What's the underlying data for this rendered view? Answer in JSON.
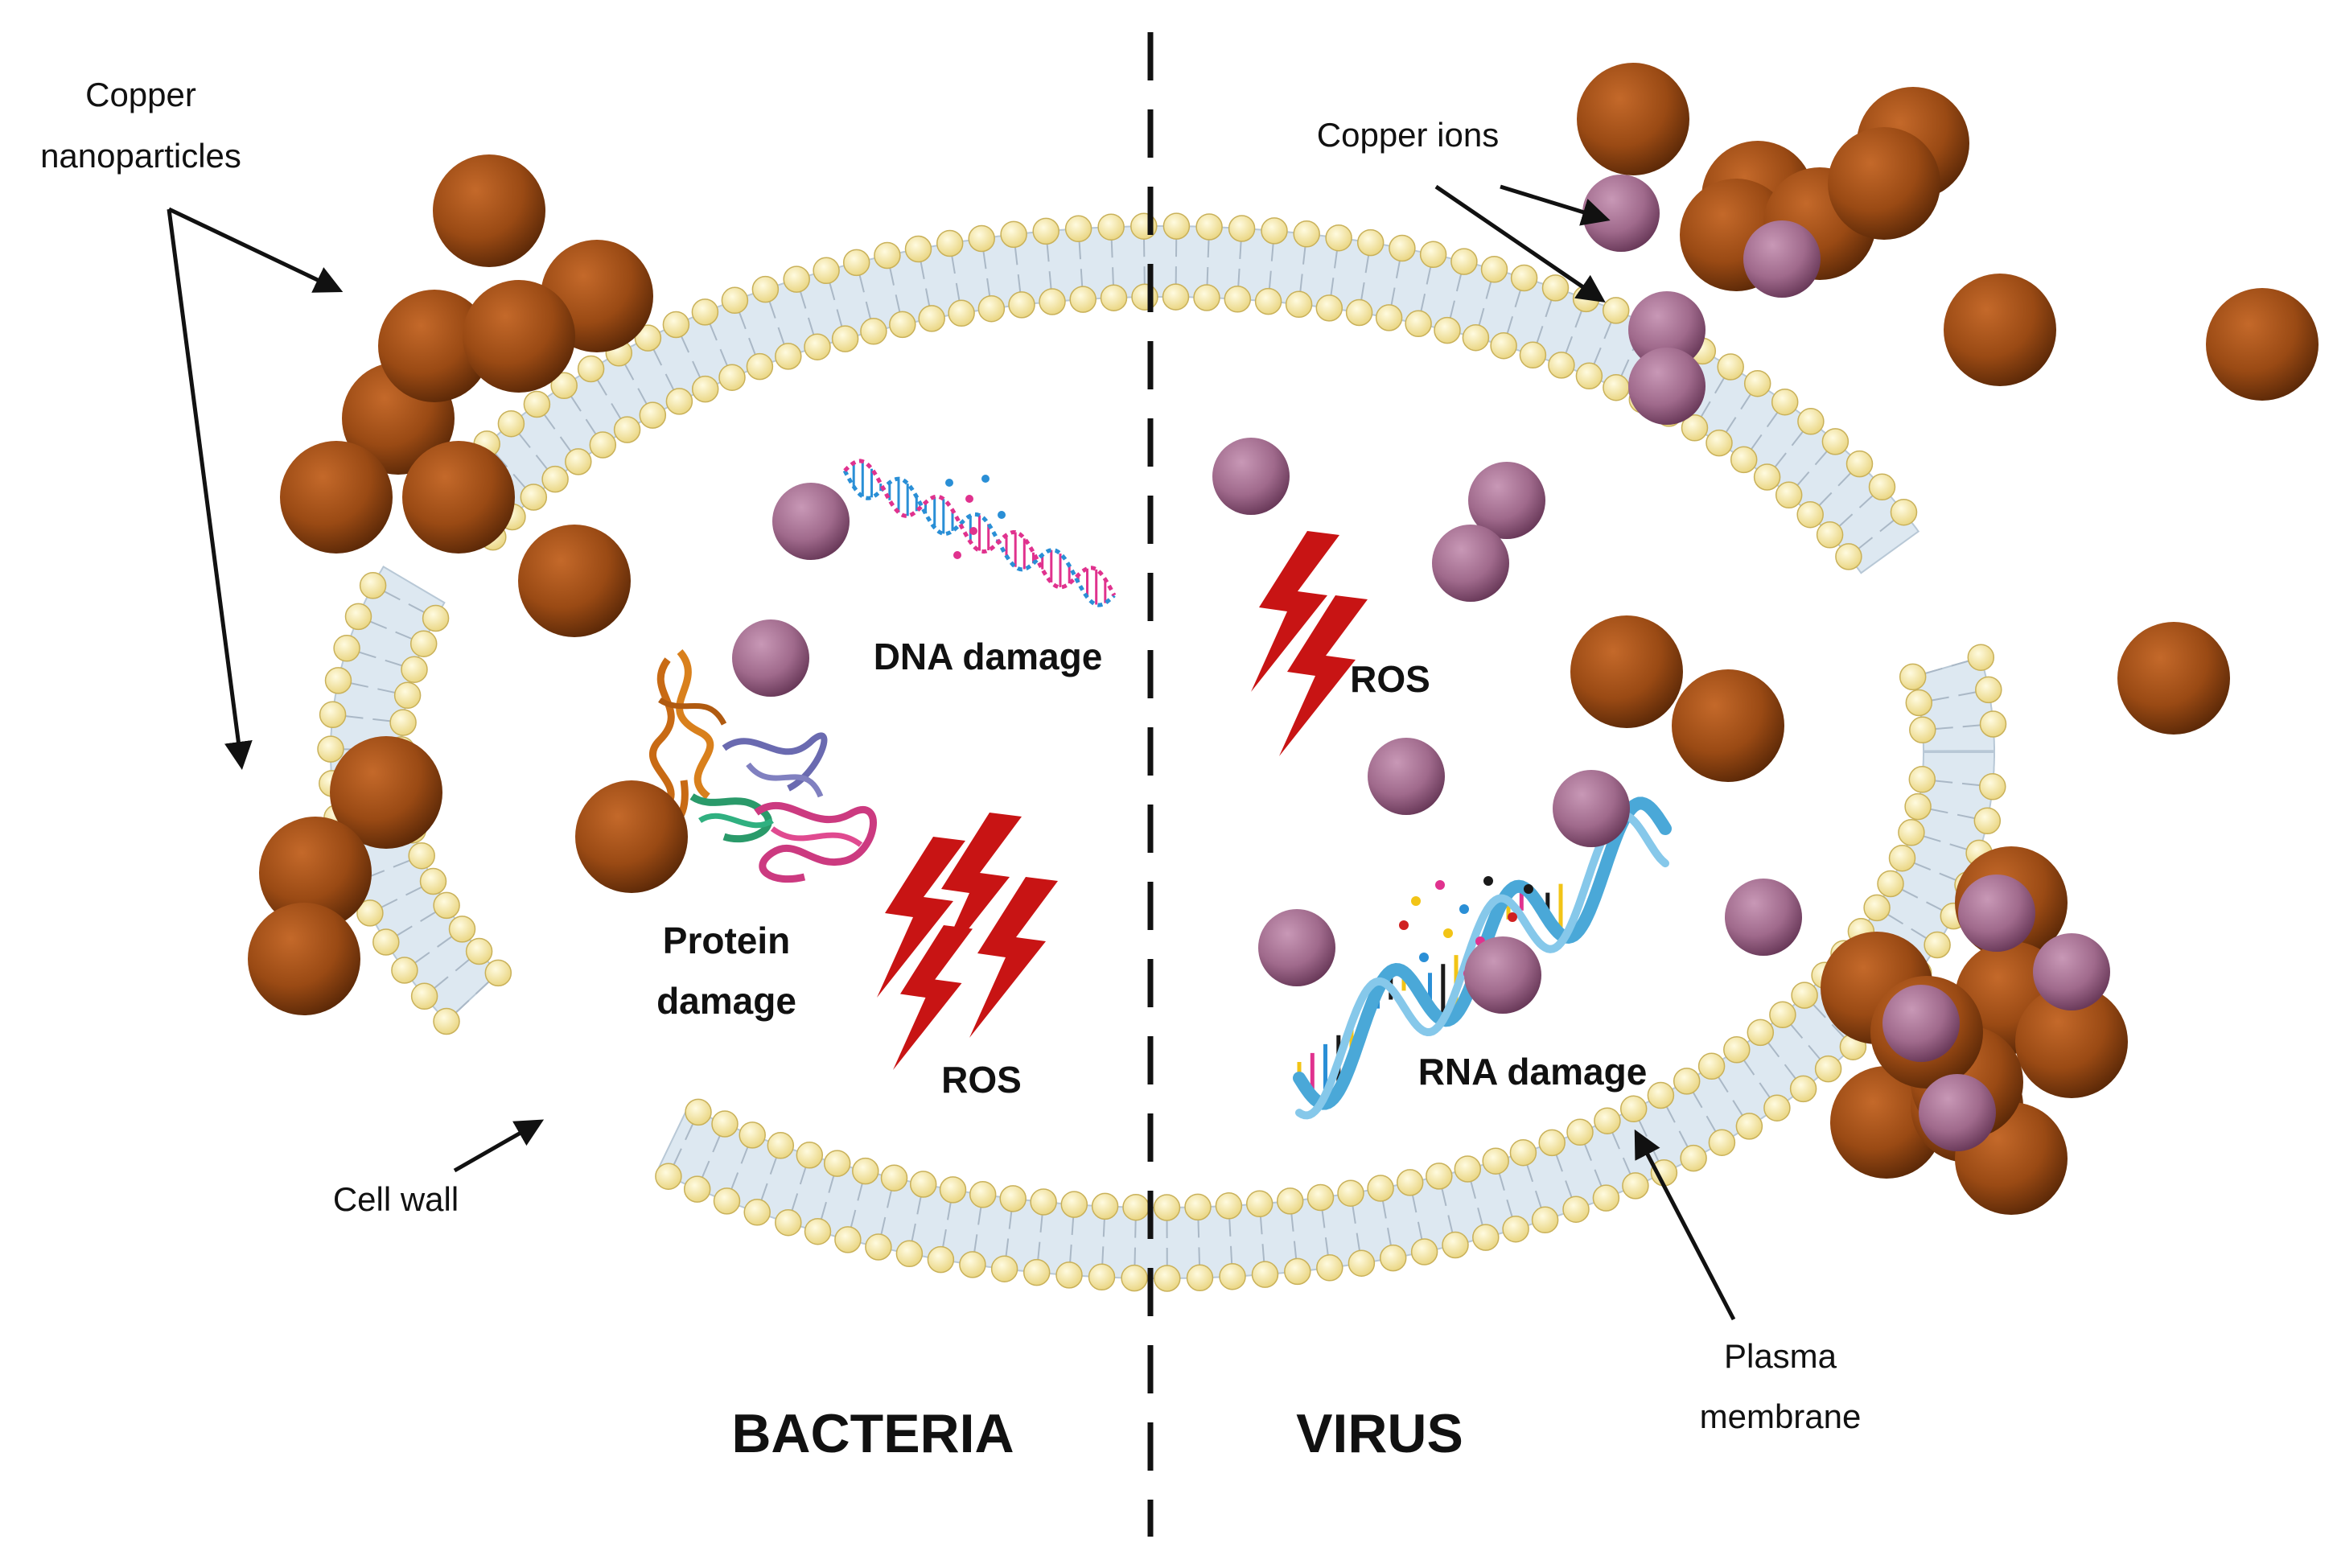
{
  "labels": {
    "copper_nanoparticles_line1": "Copper",
    "copper_nanoparticles_line2": "nanoparticles",
    "copper_ions": "Copper ions",
    "dna_damage": "DNA damage",
    "ros_left": "ROS",
    "ros_right": "ROS",
    "protein_damage_line1": "Protein",
    "protein_damage_line2": "damage",
    "rna_damage": "RNA damage",
    "cell_wall": "Cell wall",
    "plasma_membrane_line1": "Plasma",
    "plasma_membrane_line2": "membrane",
    "bacteria": "BACTERIA",
    "virus": "VIRUS"
  },
  "colors": {
    "nanoparticle": "#9a4a14",
    "copper_ion": "#a06a8c",
    "lipid_head": "#f7e9a2",
    "membrane_body": "#dde8f1",
    "ros_bolt": "#c81414",
    "dna_blue": "#2a8fd6",
    "dna_pink": "#e0328e"
  },
  "icons": [
    "lightning-bolt-icon",
    "dna-helix-icon",
    "rna-helix-icon",
    "protein-structure-icon"
  ]
}
